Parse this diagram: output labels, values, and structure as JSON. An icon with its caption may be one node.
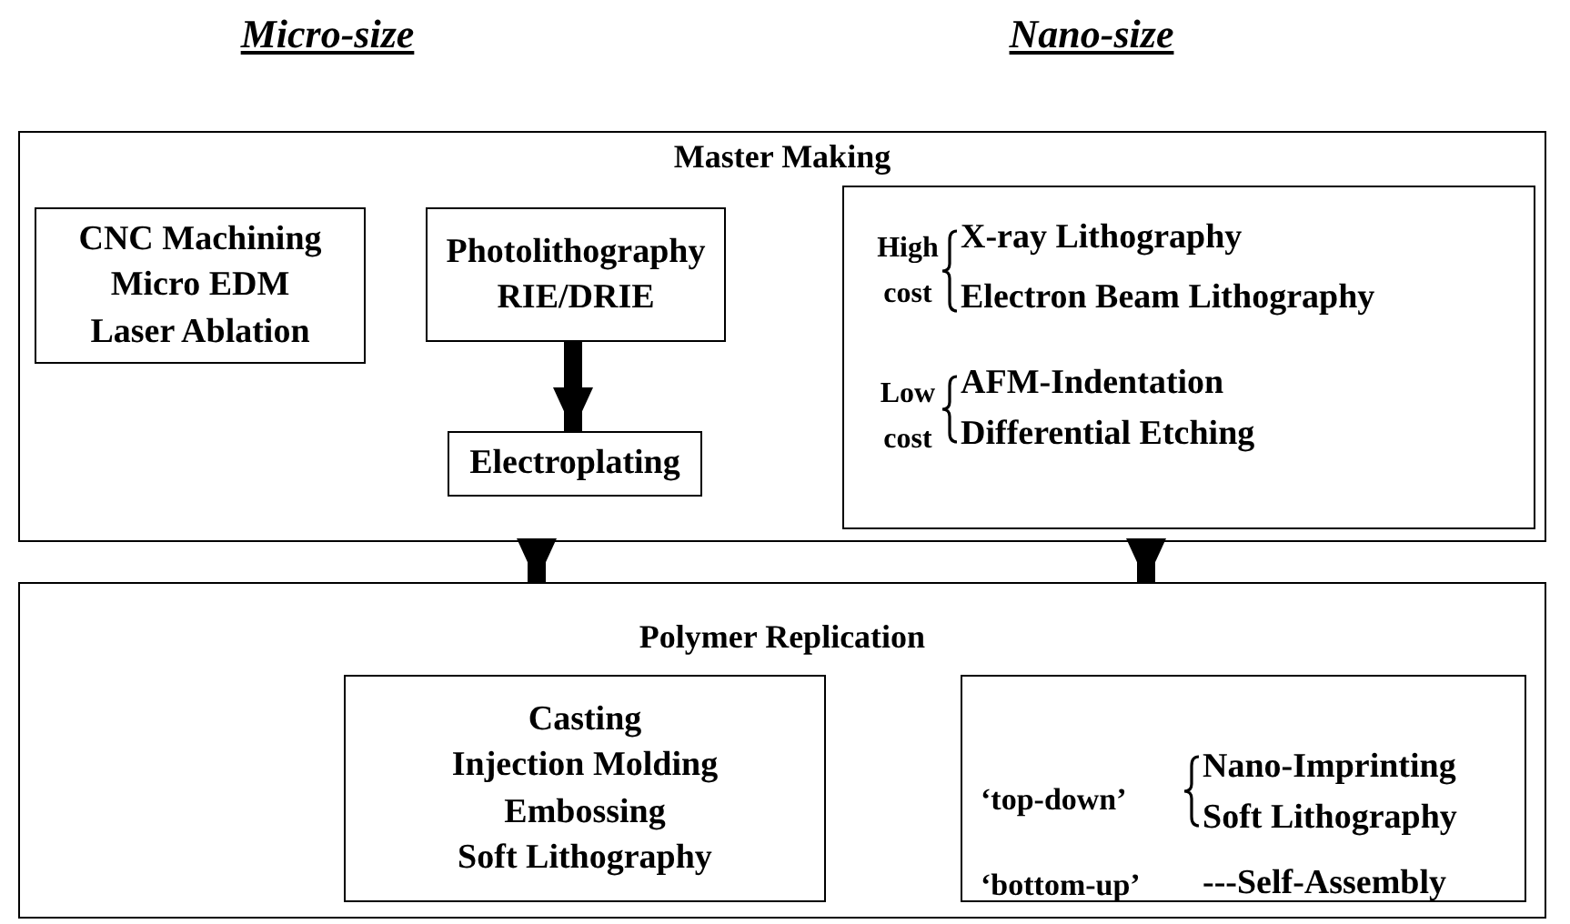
{
  "diagram": {
    "nodes": [
      {
        "text": [
          "Master Making"
        ]
      },
      {
        "text": [
          "CNC Machining",
          "Micro EDM",
          "Laser Ablation"
        ],
        "in": 0
      },
      {
        "text": [
          "Photolithography",
          "RIE/DRIE"
        ],
        "in": 0
      },
      {
        "text": [
          "Electroplating"
        ],
        "in": 0
      },
      {
        "text": [
          "High cost",
          "X-ray Lithography",
          "Electron Beam Lithography",
          "Low cost",
          "AFM-Indentation",
          "Differential Etching"
        ],
        "in": 0
      },
      {
        "text": [
          "Polymer Replication"
        ]
      },
      {
        "text": [
          "Casting",
          "Injection Molding",
          "Embossing",
          "Soft Lithography"
        ],
        "in": 5
      },
      {
        "text": [
          "‘top-down’",
          "Nano-Imprinting",
          "Soft Lithography",
          "‘bottom-up’",
          "---Self-Assembly"
        ],
        "in": 5
      }
    ],
    "edges": [
      {
        "from": 2,
        "to": 3,
        "arrow": "to"
      },
      {
        "from": 0,
        "to": 5,
        "arrow": "to"
      },
      {
        "from": 0,
        "to": 5,
        "arrow": "to"
      }
    ],
    "labels": [
      "Micro-size",
      "Nano-size"
    ]
  }
}
